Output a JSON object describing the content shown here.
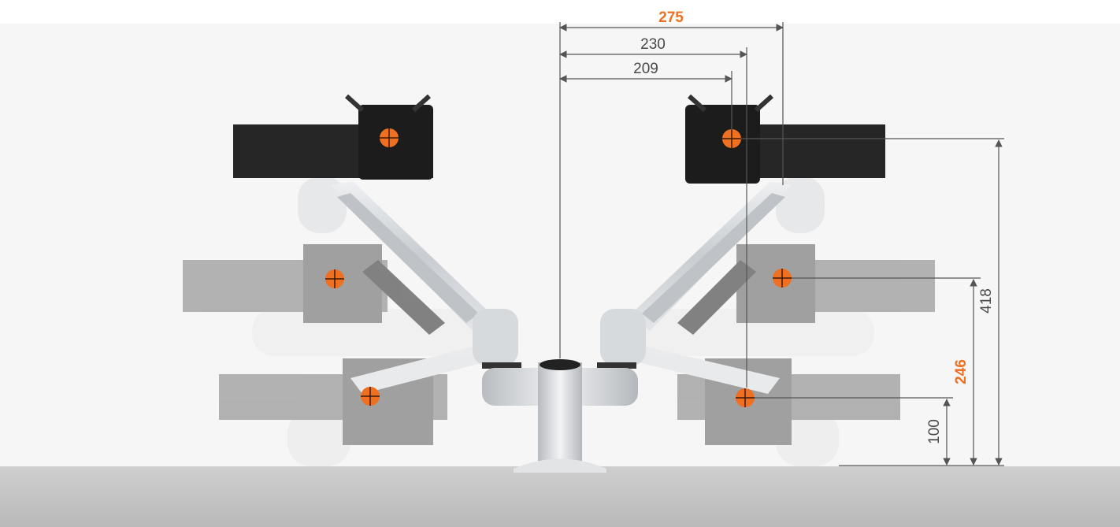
{
  "dimensions": {
    "reach_max": "275",
    "reach_mid": "230",
    "reach_min": "209",
    "height_max": "418",
    "height_mid": "246",
    "height_min": "100"
  },
  "colors": {
    "accent": "#f07021",
    "dimension_line": "#555555",
    "dimension_text": "#4a4a4a",
    "floor": "#c4c4c4",
    "wall": "#f5f5f5",
    "vesa_plate": "#2a2a2a",
    "arm_metal": "#d9dcdf"
  },
  "icons": {
    "pivot_marker": "crosshair-circle-icon"
  }
}
